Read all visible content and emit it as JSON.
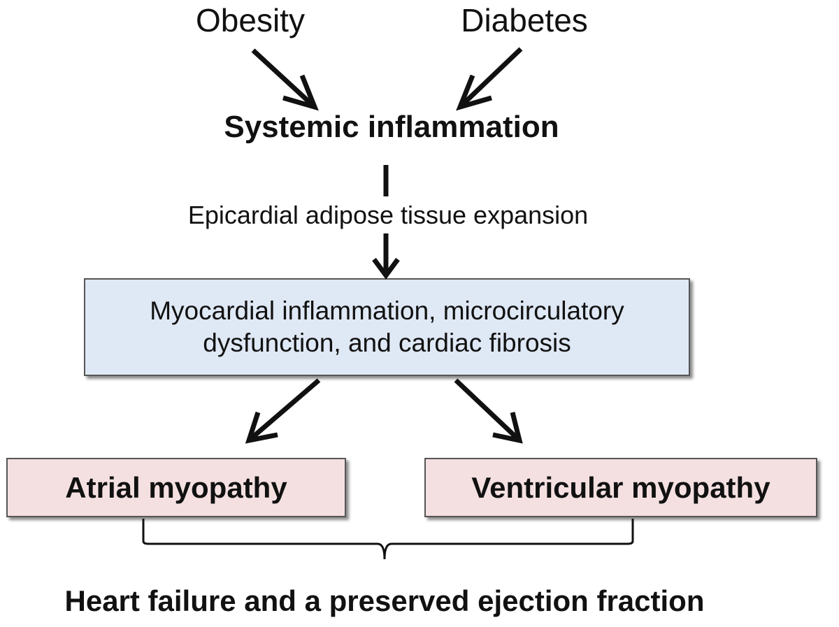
{
  "nodes": {
    "obesity": "Obesity",
    "diabetes": "Diabetes",
    "systemic_inflammation": "Systemic inflammation",
    "epicardial": "Epicardial adipose tissue expansion",
    "myocardial_line1": "Myocardial inflammation, microcirculatory",
    "myocardial_line2": "dysfunction, and cardiac fibrosis",
    "atrial": "Atrial myopathy",
    "ventricular": "Ventricular myopathy",
    "outcome": "Heart failure and a preserved ejection fraction"
  },
  "colors": {
    "myocardial_box": "#dfe8f5",
    "myopathy_box": "#f5e0e1",
    "border": "#555555",
    "text": "#111111"
  }
}
